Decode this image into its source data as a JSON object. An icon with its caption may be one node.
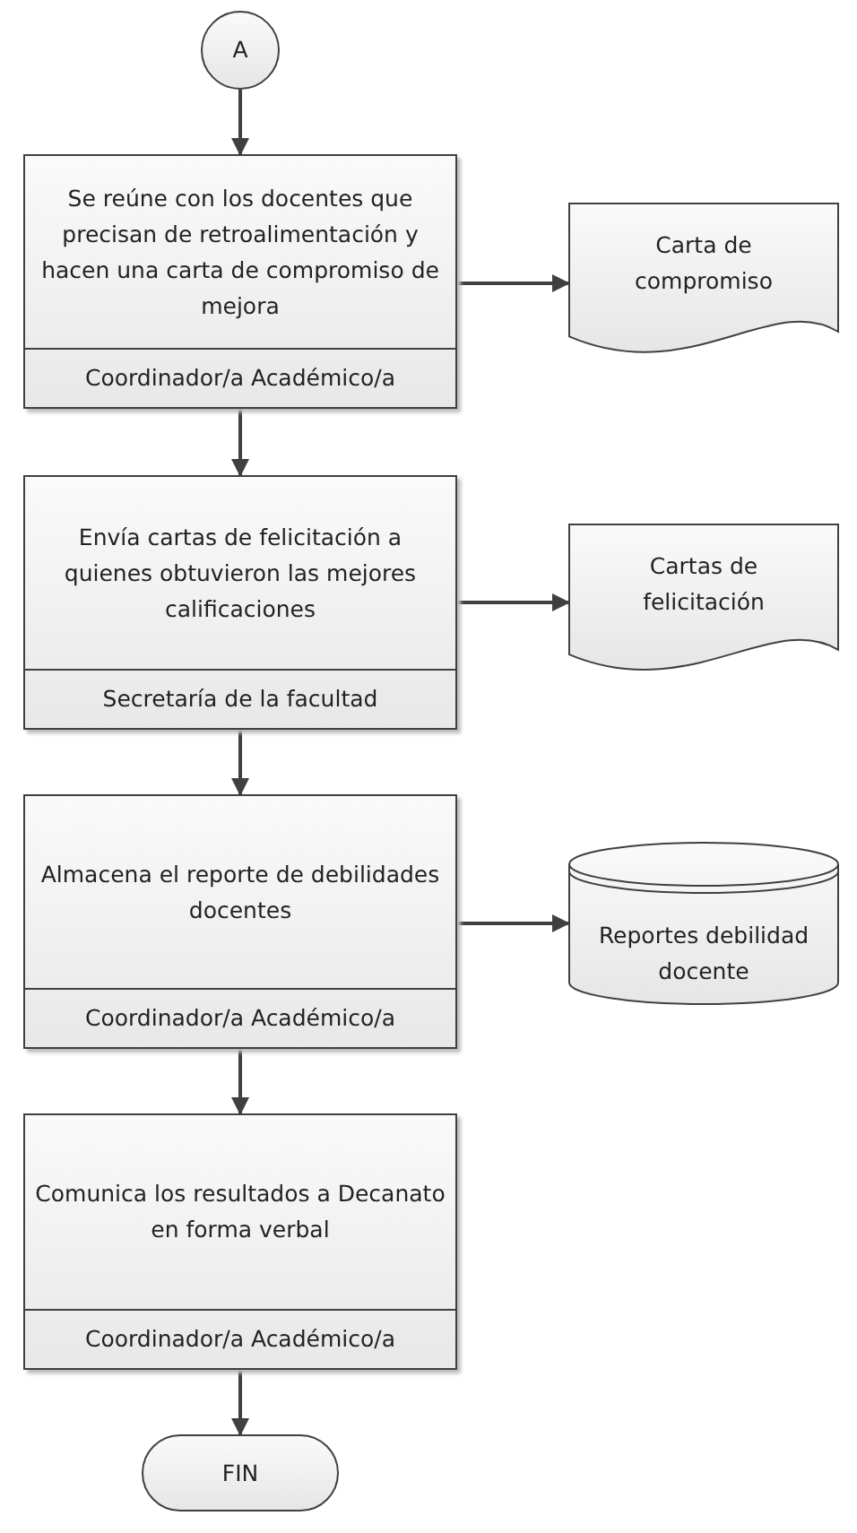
{
  "diagram": {
    "nodes": [
      {
        "text": [
          "A"
        ]
      },
      {
        "text": [
          "Se reúne con los docentes que precisan de retroalimentación y hacen  una carta de compromiso de mejora",
          "Coordinador/a Académico/a"
        ]
      },
      {
        "text": [
          "Carta de compromiso"
        ]
      },
      {
        "text": [
          "Envía cartas de felicitación a quienes obtuvieron las mejores calificaciones",
          "Secretaría de la facultad"
        ]
      },
      {
        "text": [
          "Cartas de felicitación"
        ]
      },
      {
        "text": [
          "Almacena el reporte de debilidades docentes",
          "Coordinador/a Académico/a"
        ]
      },
      {
        "text": [
          "Reportes debilidad docente"
        ]
      },
      {
        "text": [
          "Comunica los resultados a Decanato en forma verbal",
          "Coordinador/a Académico/a"
        ]
      },
      {
        "text": [
          "FIN"
        ]
      }
    ],
    "edges": [
      {
        "from": 0,
        "to": 1,
        "arrow": "to"
      },
      {
        "from": 1,
        "to": 2,
        "arrow": "to"
      },
      {
        "from": 1,
        "to": 3,
        "arrow": "to"
      },
      {
        "from": 3,
        "to": 4,
        "arrow": "to"
      },
      {
        "from": 3,
        "to": 5,
        "arrow": "to"
      },
      {
        "from": 5,
        "to": 6,
        "arrow": "to"
      },
      {
        "from": 5,
        "to": 7,
        "arrow": "to"
      },
      {
        "from": 7,
        "to": 8,
        "arrow": "to"
      }
    ]
  }
}
